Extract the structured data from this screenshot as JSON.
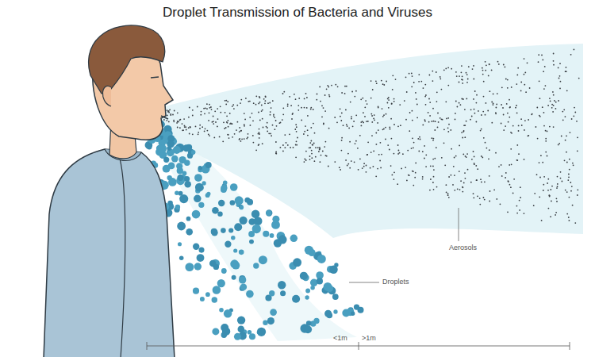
{
  "diagram": {
    "title": "Droplet Transmission of Bacteria and Viruses",
    "labels": [
      "Aerosols",
      "Droplets",
      "<1m",
      ">1m"
    ]
  }
}
